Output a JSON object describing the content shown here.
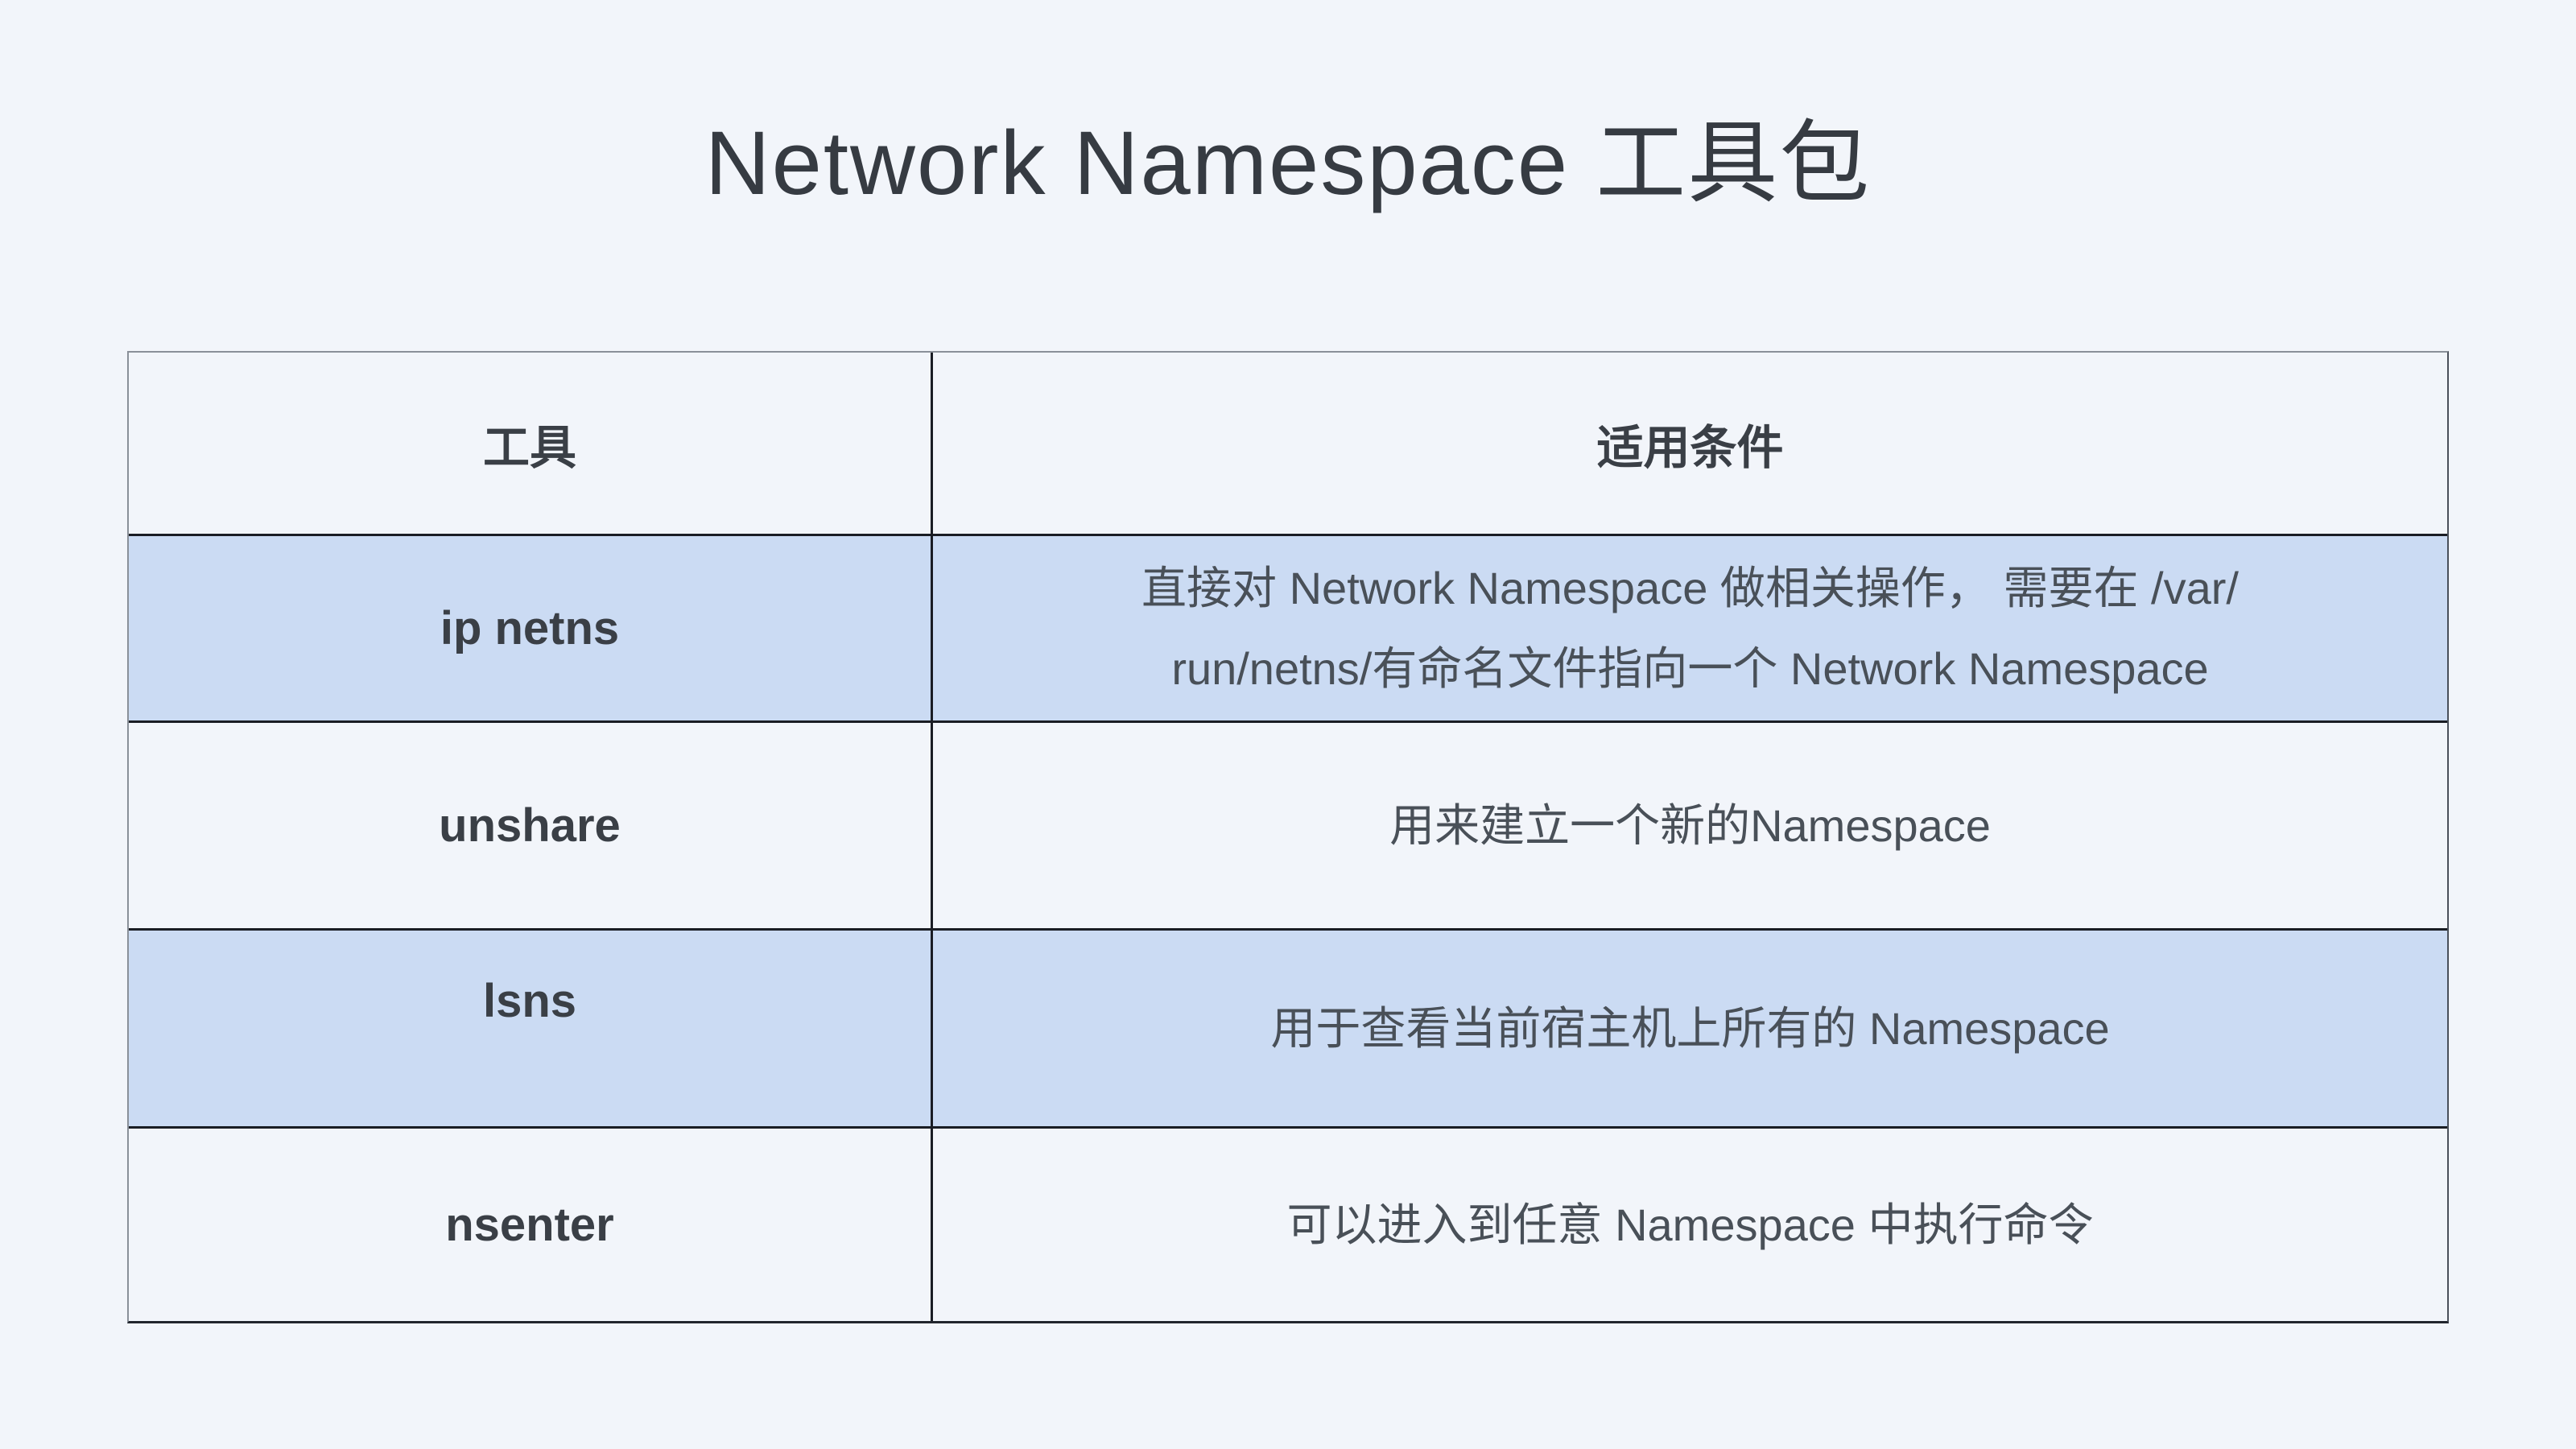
{
  "title": "Network Namespace 工具包",
  "colors": {
    "background": "#f2f5fa",
    "row_highlight": "#cbdbf3",
    "grid_line": "#1a1d24",
    "outer_border": "#8a9099",
    "text": "#3f444c"
  },
  "table": {
    "headers": [
      "工具",
      "适用条件"
    ],
    "rows": [
      {
        "tool": "ip netns",
        "desc_lines": [
          "直接对 Network Namespace 做相关操作， 需要在 /var/",
          "run/netns/有命名文件指向一个 Network Namespace"
        ]
      },
      {
        "tool": "unshare",
        "desc_lines": [
          "用来建立一个新的Namespace"
        ]
      },
      {
        "tool": "lsns",
        "desc_lines": [
          "用于查看当前宿主机上所有的 Namespace"
        ]
      },
      {
        "tool": "nsenter",
        "desc_lines": [
          "可以进入到任意 Namespace 中执行命令"
        ]
      }
    ]
  },
  "chart_data": {
    "type": "table",
    "title": "Network Namespace 工具包",
    "columns": [
      "工具",
      "适用条件"
    ],
    "rows": [
      [
        "ip netns",
        "直接对 Network Namespace 做相关操作， 需要在 /var/run/netns/有命名文件指向一个 Network Namespace"
      ],
      [
        "unshare",
        "用来建立一个新的Namespace"
      ],
      [
        "lsns",
        "用于查看当前宿主机上所有的 Namespace"
      ],
      [
        "nsenter",
        "可以进入到任意 Namespace 中执行命令"
      ]
    ],
    "highlighted_rows": [
      "ip netns",
      "lsns"
    ],
    "layout": {
      "header_bold": true,
      "tool_column_bold": true,
      "grid": true
    }
  }
}
